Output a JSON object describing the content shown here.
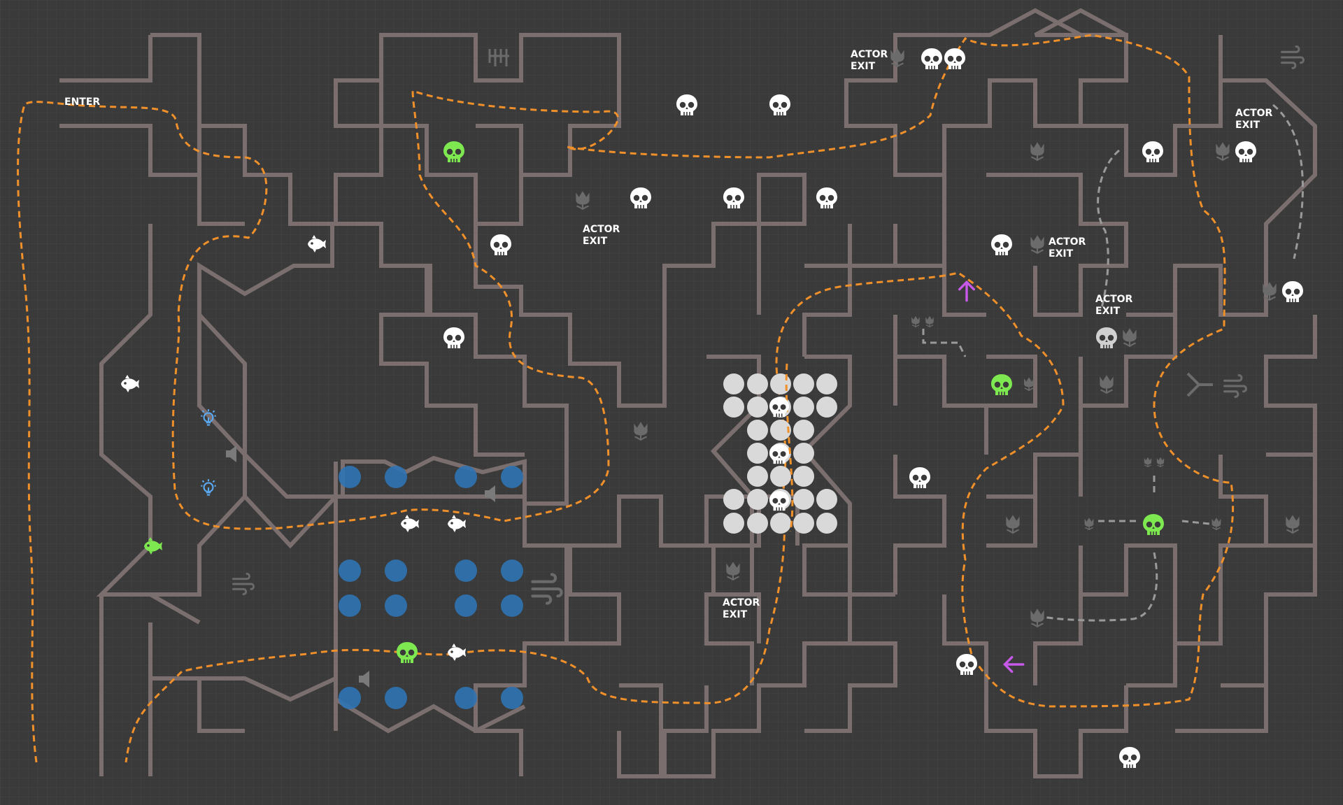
{
  "map": {
    "enter_label": "ENTER",
    "actor_exit_lines": [
      "ACTOR",
      "EXIT"
    ],
    "colors": {
      "background": "#3a3a3a",
      "grid": "#444444",
      "wall": "#7a6e6e",
      "path": "#f0902a",
      "npc_path": "#9a9a9a",
      "skull": "#ffffff",
      "skull_special": "#7de84f",
      "fish": "#ffffff",
      "fish_special": "#7de84f",
      "bubble_blue": "#2f74b5",
      "bubble_grey": "#d9d9d9",
      "arrow": "#c659e8",
      "decor": "#6b6b6b",
      "bulb": "#5aa8f0"
    },
    "icons": {
      "skull": "skull-icon",
      "fish": "fish-icon",
      "arrow": "arrow-icon",
      "bulb": "lightbulb-icon",
      "speaker": "speaker-icon",
      "tulip": "tulip-icon",
      "wind": "wind-icon"
    }
  }
}
